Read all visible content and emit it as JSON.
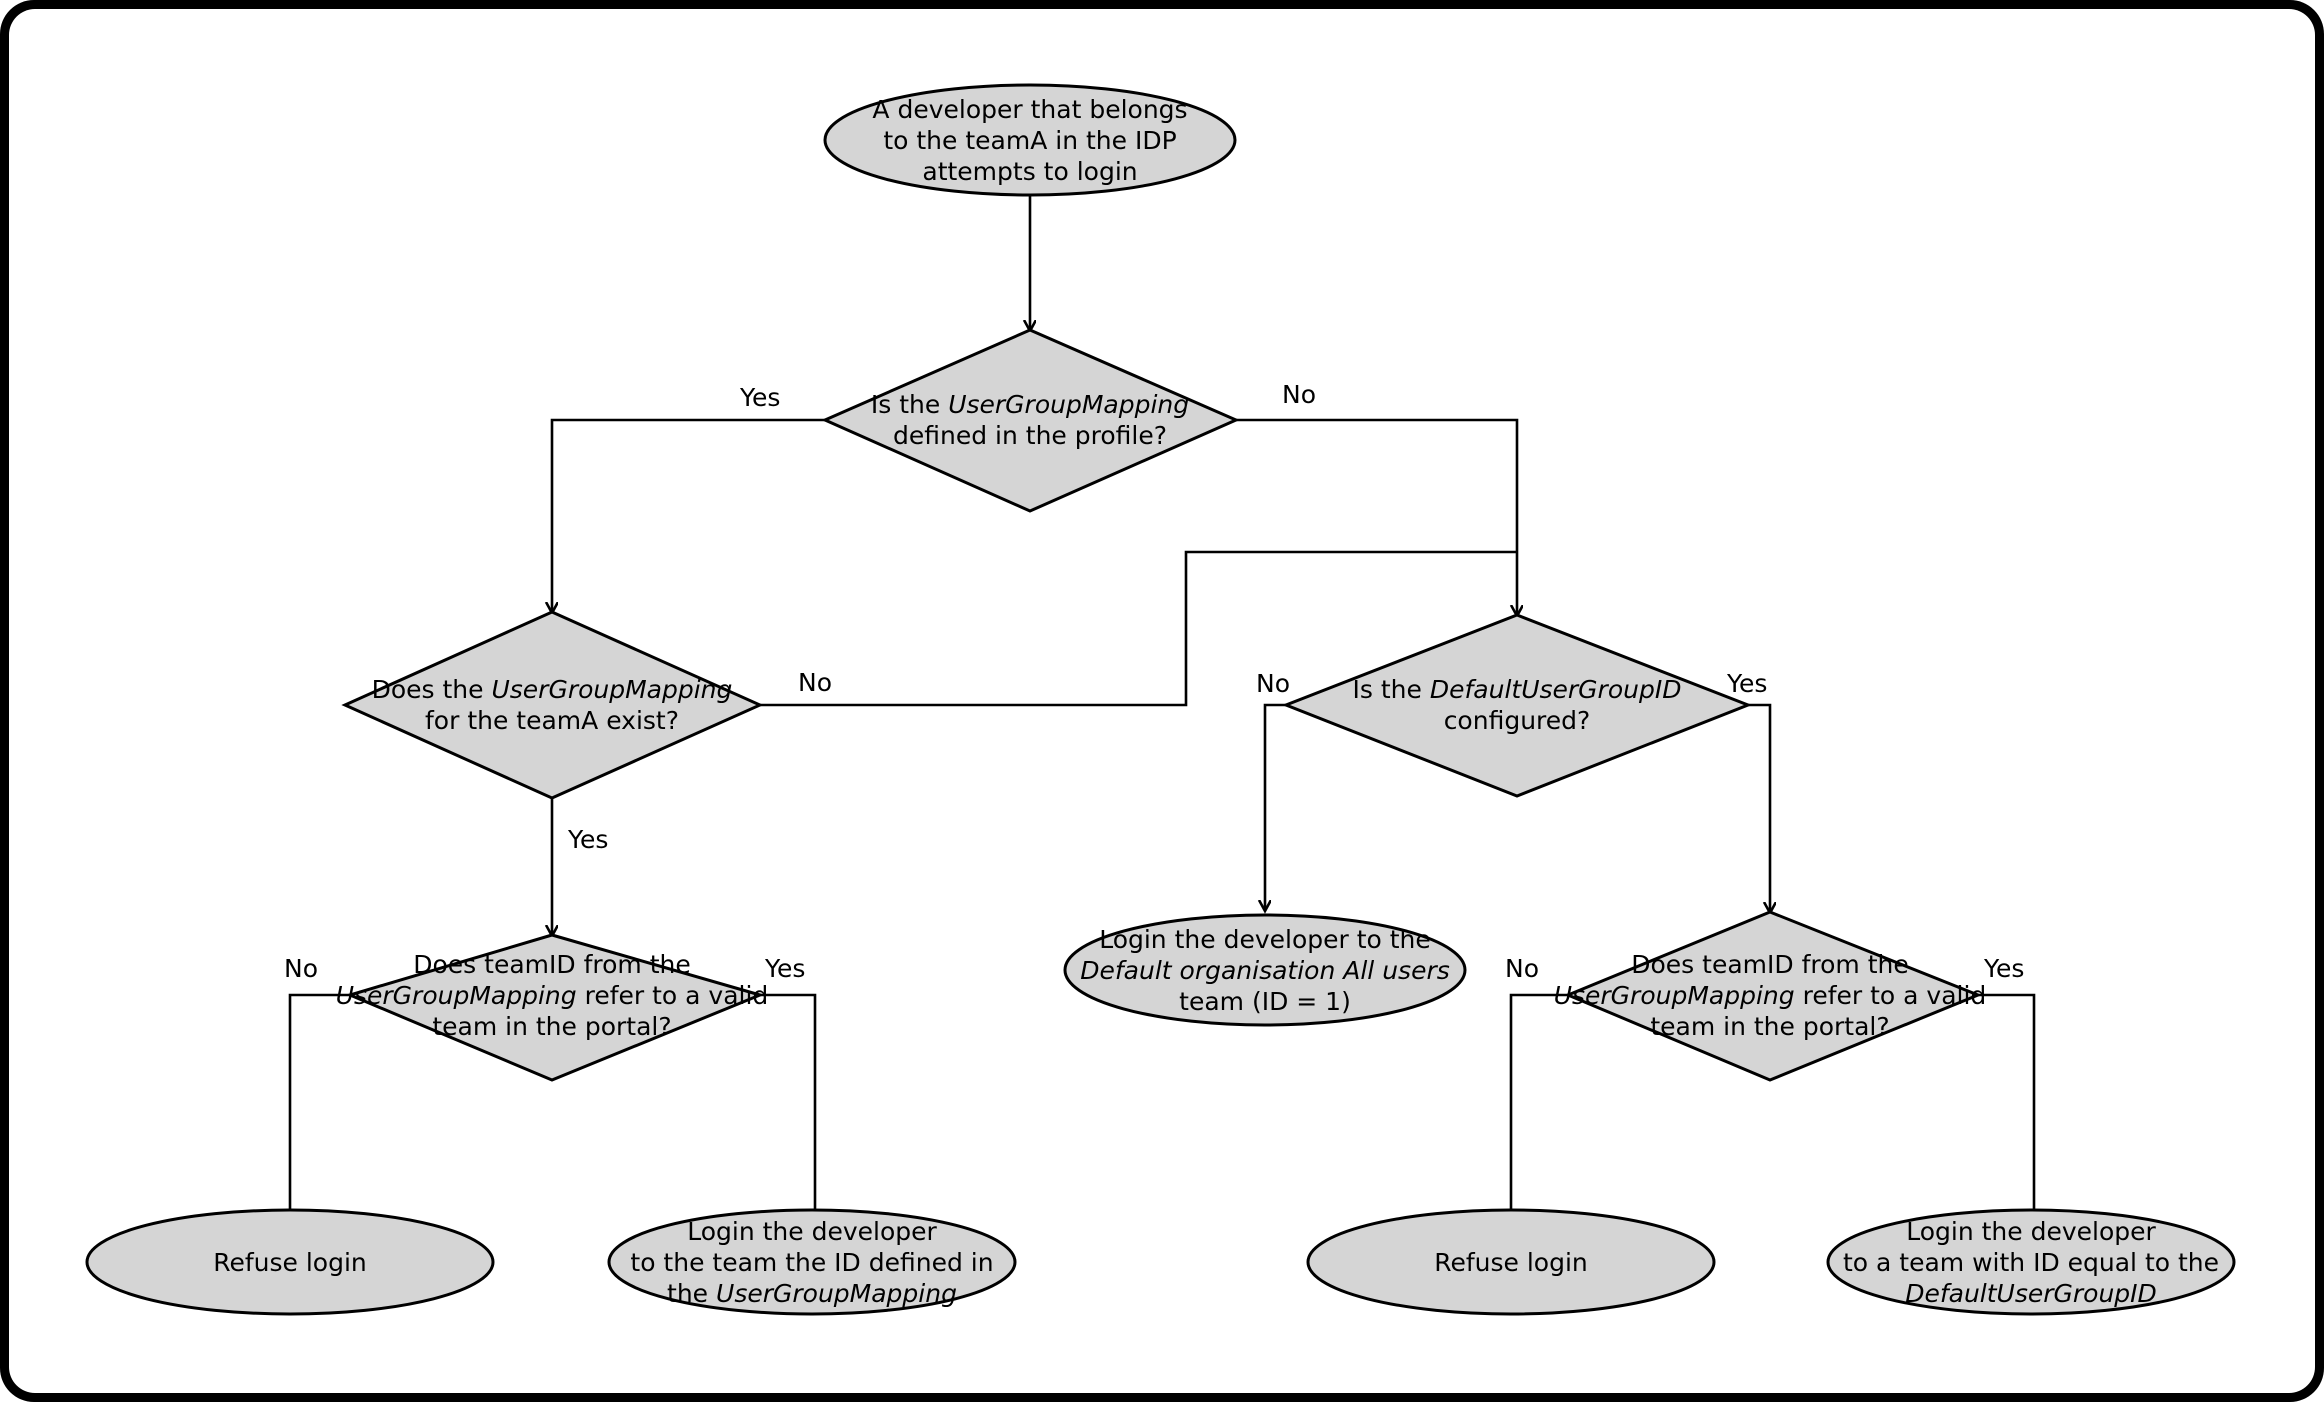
{
  "diagram": {
    "title": "IDP team mapping login decision flow",
    "colors": {
      "node_fill": "#d5d5d5",
      "node_stroke": "#000000",
      "edge_stroke": "#000000",
      "background": "#ffffff",
      "frame": "#000000"
    },
    "nodes": {
      "start": {
        "shape": "ellipse",
        "lines": [
          {
            "text": "A developer that belongs"
          },
          {
            "text": "to the teamA in the IDP"
          },
          {
            "text": "attempts to login"
          }
        ]
      },
      "decision_mapping_defined": {
        "shape": "diamond",
        "lines": [
          {
            "pre": "Is the ",
            "em": "UserGroupMapping",
            "post": ""
          },
          {
            "pre": "defined in the profile?",
            "em": "",
            "post": ""
          }
        ]
      },
      "decision_mapping_teamA": {
        "shape": "diamond",
        "lines": [
          {
            "pre": "Does the ",
            "em": "UserGroupMapping",
            "post": ""
          },
          {
            "pre": "for the teamA exist?",
            "em": "",
            "post": ""
          }
        ]
      },
      "decision_default_group": {
        "shape": "diamond",
        "lines": [
          {
            "pre": "Is the ",
            "em": "DefaultUserGroupID",
            "post": ""
          },
          {
            "pre": "configured?",
            "em": "",
            "post": ""
          }
        ]
      },
      "decision_teamid_left": {
        "shape": "diamond",
        "lines": [
          {
            "pre": "Does teamID from the",
            "em": "",
            "post": ""
          },
          {
            "pre": "",
            "em": "UserGroupMapping",
            "post": " refer to a valid"
          },
          {
            "pre": "team in the portal?",
            "em": "",
            "post": ""
          }
        ]
      },
      "decision_teamid_right": {
        "shape": "diamond",
        "lines": [
          {
            "pre": "Does teamID from the",
            "em": "",
            "post": ""
          },
          {
            "pre": "",
            "em": "UserGroupMapping",
            "post": " refer to a valid"
          },
          {
            "pre": "team in the portal?",
            "em": "",
            "post": ""
          }
        ]
      },
      "terminal_default_org": {
        "shape": "ellipse",
        "lines": [
          {
            "pre": "Login the developer to the",
            "em": "",
            "post": ""
          },
          {
            "pre": "",
            "em": "Default organisation All users",
            "post": ""
          },
          {
            "pre": "team (ID = 1)",
            "em": "",
            "post": ""
          }
        ]
      },
      "terminal_refuse_left": {
        "shape": "ellipse",
        "lines": [
          {
            "pre": "Refuse login",
            "em": "",
            "post": ""
          }
        ]
      },
      "terminal_login_mapping": {
        "shape": "ellipse",
        "lines": [
          {
            "pre": "Login the developer",
            "em": "",
            "post": ""
          },
          {
            "pre": "to the team the ID defined in",
            "em": "",
            "post": ""
          },
          {
            "pre": "the ",
            "em": "UserGroupMapping",
            "post": ""
          }
        ]
      },
      "terminal_refuse_right": {
        "shape": "ellipse",
        "lines": [
          {
            "pre": "Refuse login",
            "em": "",
            "post": ""
          }
        ]
      },
      "terminal_login_default": {
        "shape": "ellipse",
        "lines": [
          {
            "pre": "Login the developer",
            "em": "",
            "post": ""
          },
          {
            "pre": "to a team with ID equal to the",
            "em": "",
            "post": ""
          },
          {
            "pre": "",
            "em": "DefaultUserGroupID",
            "post": ""
          }
        ]
      }
    },
    "edge_labels": {
      "mapping_defined_yes": "Yes",
      "mapping_defined_no": "No",
      "mapping_teamA_no": "No",
      "mapping_teamA_yes": "Yes",
      "default_group_no": "No",
      "default_group_yes": "Yes",
      "teamid_left_no": "No",
      "teamid_left_yes": "Yes",
      "teamid_right_no": "No",
      "teamid_right_yes": "Yes"
    }
  }
}
